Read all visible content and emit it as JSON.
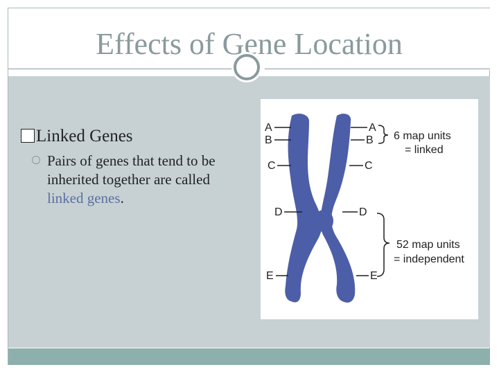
{
  "slide": {
    "title": "Effects of Gene Location"
  },
  "content": {
    "bullet": "Linked Genes",
    "sub_text_1": "Pairs of genes that tend to be inherited together are called",
    "sub_text_highlight": "linked genes",
    "sub_text_end": "."
  },
  "figure": {
    "left_labels": [
      "A",
      "B",
      "C",
      "D",
      "E"
    ],
    "right_labels": [
      "A",
      "B",
      "C",
      "D",
      "E"
    ],
    "annotation_top_line1": "6 map units",
    "annotation_top_line2": "= linked",
    "annotation_bottom_line1": "52 map units",
    "annotation_bottom_line2": "= independent",
    "chromosome_color": "#4d5ea8"
  },
  "colors": {
    "title": "#8a9a9d",
    "body_background": "#c7d1d4",
    "footer_bar": "#8eb0ad",
    "highlight": "#5c6f9e"
  }
}
